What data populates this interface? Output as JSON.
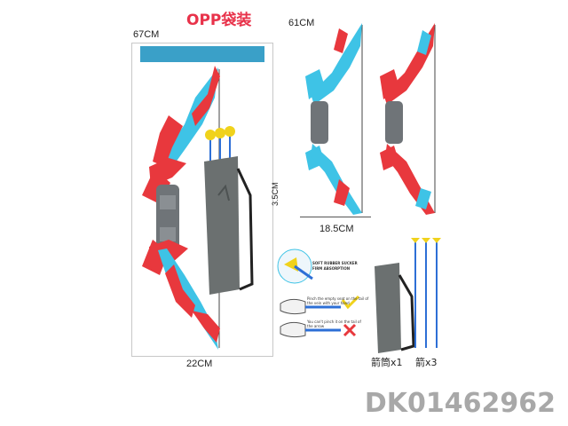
{
  "title": "OPP袋装",
  "dimensions": {
    "bag_height": "67CM",
    "bag_width": "22CM",
    "bow_length": "61CM",
    "bow_width": "18.5CM",
    "bow_depth": "3.5CM"
  },
  "features": {
    "sucker_label_1": "SOFT RUBBER SUCKER",
    "sucker_label_2": "FIRM ABSORPTION",
    "tip_right_1": "Pinch the empty seat on the tail of",
    "tip_right_2": "the vein with your hand",
    "tip_wrong_1": "You can't pinch it on the tail of",
    "tip_wrong_2": "the arrow"
  },
  "accessories": {
    "quiver_label": "箭筒x1",
    "arrows_label": "箭x3"
  },
  "sku": "DK01462962",
  "colors": {
    "red": "#e8383d",
    "blue": "#3ec3e6",
    "gray": "#6f7478",
    "quiver": "#6b7070",
    "arrow_shaft": "#2d6fd6",
    "arrow_tip": "#f0d21c"
  },
  "icons": [
    "bow",
    "quiver",
    "arrow",
    "suction-cup",
    "hand",
    "check-mark",
    "cross-mark"
  ]
}
